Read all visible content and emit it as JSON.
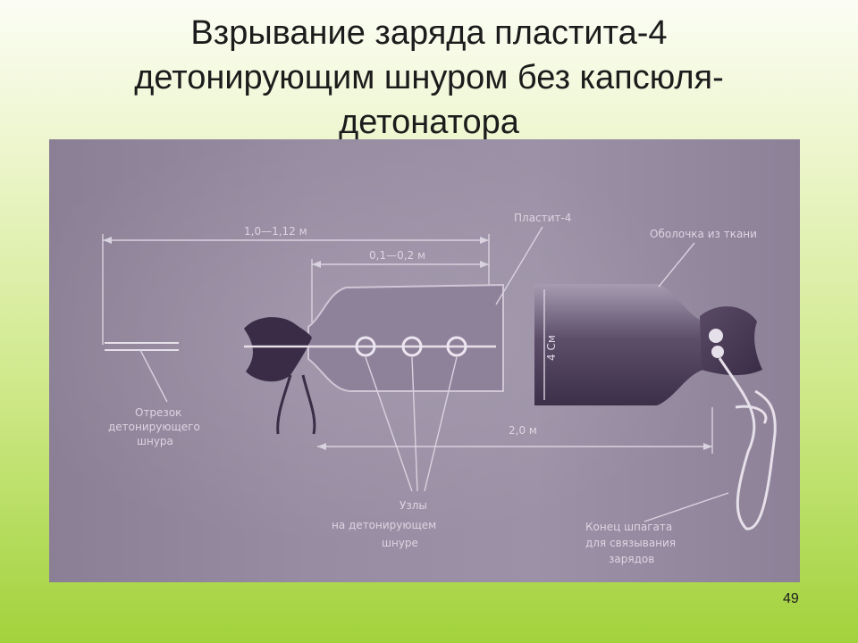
{
  "title": {
    "line1": "Взрывание заряда пластита-4",
    "line2": "детонирующим шнуром без капсюля-",
    "line3": "детонатора"
  },
  "diagram": {
    "label_length_total": "1,0—1,12 м",
    "label_length_short": "0,1—0,2 м",
    "label_plastite": "Пластит-4",
    "label_shell": "Оболочка из ткани",
    "label_diameter": "4 См",
    "label_length_charge": "2,0 м",
    "label_segment_line1": "Отрезок",
    "label_segment_line2": "детонирующего",
    "label_segment_line3": "шнура",
    "label_knots_line1": "Узлы",
    "label_knots_line2": "на детонирующем",
    "label_knots_line3": "шнуре",
    "label_twine_line1": "Конец шпагата",
    "label_twine_line2": "для связывания",
    "label_twine_line3": "зарядов"
  },
  "page_number": "49"
}
